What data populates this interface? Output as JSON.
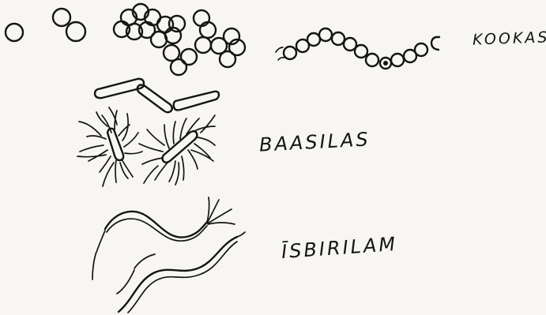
{
  "labels": {
    "cocci": "KOOKAS",
    "bacilli": "BAASILAS",
    "spirilla": "ĪSBIRILAM"
  },
  "colors": {
    "paper": "#f7f6f2",
    "ink": "#141414"
  }
}
